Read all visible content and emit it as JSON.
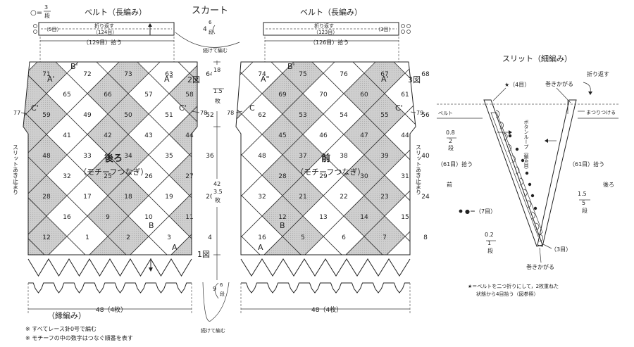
{
  "title": "スカート",
  "symbols": {
    "o_eq": "○=",
    "o_eq_num": "3",
    "o_eq_unit": "段"
  },
  "belt": {
    "left_title": "ベルト（長編み）",
    "right_title": "ベルト（長編み）",
    "left_fold": "折り返す",
    "left_count": "（124目）",
    "left_side": "（5目）",
    "left_pickup": "（129目）拾う",
    "right_fold": "折り返す",
    "right_count": "（123目）",
    "right_side": "（3目）",
    "right_pickup": "（126目）拾う",
    "height_a": "4",
    "height_b": "6",
    "height_c": "段",
    "continue_top": "続けて編む"
  },
  "back": {
    "label_a": "後ろ",
    "label_b": "（モチーフつなぎ）",
    "fig": "2図",
    "fig_bottom": "1図",
    "motif_numbers": [
      71,
      72,
      73,
      63,
      64,
      65,
      66,
      57,
      58,
      59,
      49,
      50,
      51,
      52,
      41,
      42,
      43,
      44,
      48,
      33,
      34,
      35,
      36,
      32,
      25,
      26,
      27,
      28,
      17,
      18,
      19,
      20,
      16,
      9,
      10,
      11,
      12,
      1,
      2,
      3,
      4
    ],
    "letters": [
      "A'",
      "B'",
      "A\"",
      "C'",
      "C'",
      "B",
      "A"
    ],
    "side_left_num": "77",
    "side_right_num": "78",
    "slit_left": "スリットあき止まり",
    "border": "（縁編み）",
    "width": "48（4枚）"
  },
  "front": {
    "label_a": "前",
    "label_b": "（モチーフつなぎ）",
    "fig": "3図",
    "motif_numbers": [
      74,
      75,
      76,
      67,
      68,
      69,
      70,
      60,
      61,
      62,
      53,
      54,
      55,
      56,
      45,
      46,
      47,
      44,
      48,
      37,
      38,
      39,
      40,
      28,
      29,
      30,
      31,
      32,
      21,
      22,
      23,
      24,
      12,
      13,
      14,
      15,
      16,
      5,
      6,
      7,
      8
    ],
    "letters": [
      "A\"",
      "B'",
      "A'",
      "C",
      "C'",
      "B",
      "A"
    ],
    "side_left_num": "78",
    "side_right_num": "79",
    "slit_right": "スリットあき止まり",
    "width": "48（4枚）"
  },
  "middle": {
    "h1a": "18",
    "h1b": "1.5",
    "h1c": "枚",
    "h2a": "42",
    "h2b": "3.5",
    "h2c": "枚",
    "h3a": "9",
    "h3b": "6",
    "h3c": "段",
    "continue_bottom": "続けて編む"
  },
  "slit": {
    "title": "スリット（細編み）",
    "star_4": "★（4目）",
    "belt": "ベルト",
    "wrap_top": "巻きかがる",
    "fold": "折り返す",
    "sew": "まつりつける",
    "button_loop": "ボタンループ（鎖4目）",
    "r08a": "0.8",
    "r08b": "2",
    "r08c": "段",
    "left_pickup": "（61目）拾う",
    "right_pickup": "（61目）拾う",
    "front": "前",
    "back": "後ろ",
    "r15a": "1.5",
    "r15b": "5",
    "r15c": "段",
    "dot7": "●＝（7目）",
    "r02a": "0.2",
    "r02b": "1",
    "r02c": "段",
    "three": "（3目）",
    "wrap_bottom": "巻きかがる",
    "note1": "★＝ベルトを二つ折りにして，2枚重ねた",
    "note2": "状態から4目拾う（図参照）"
  },
  "footnotes": [
    "※ すべてレース針0号で編む",
    "※ モチーフの中の数字はつなぐ順番を表す"
  ]
}
